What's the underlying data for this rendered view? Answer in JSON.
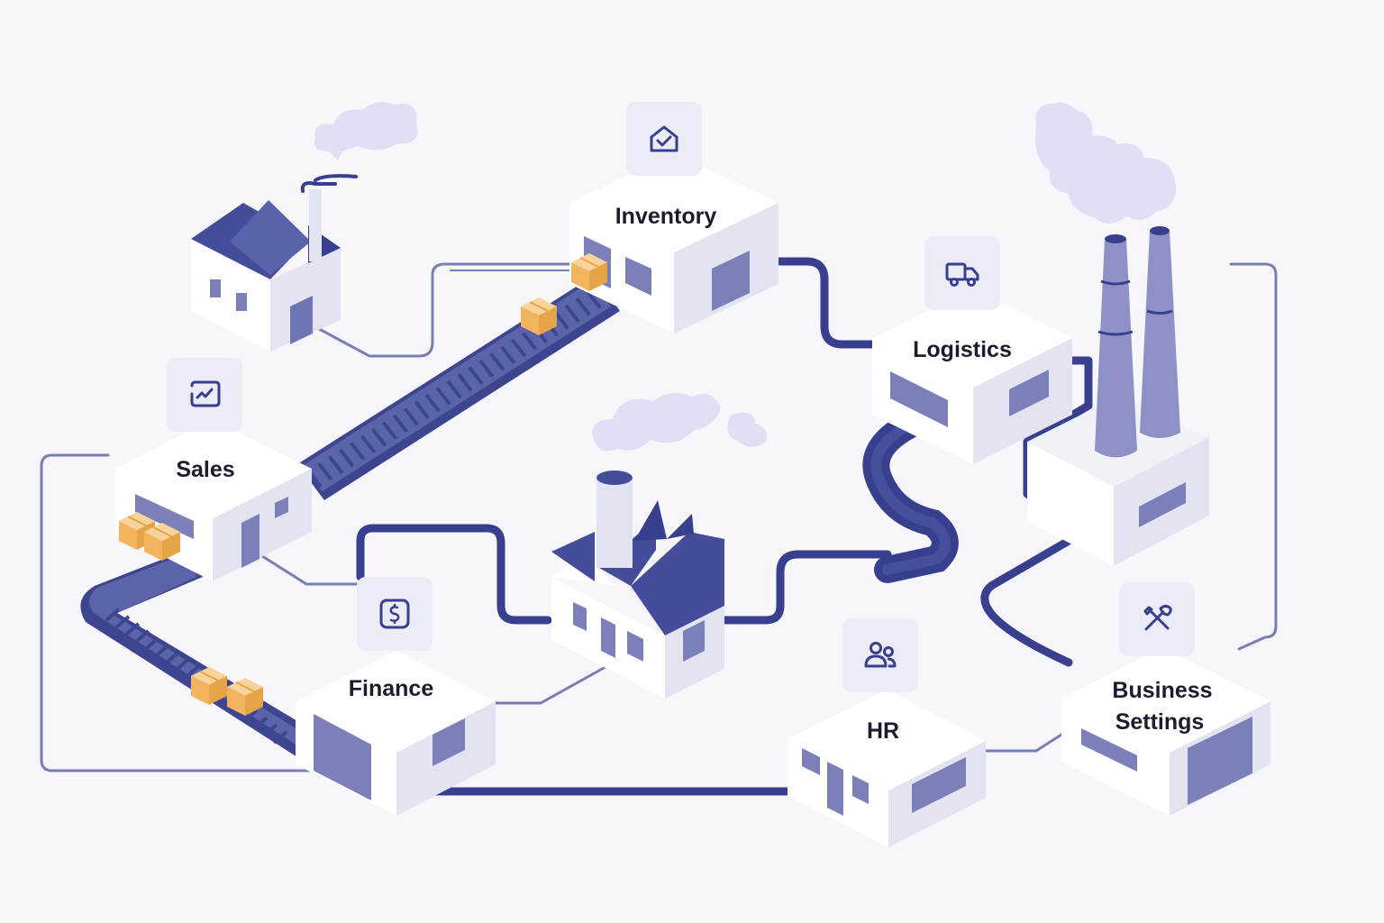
{
  "modules": [
    {
      "id": "inventory",
      "label": "Inventory",
      "icon": "house-check-icon"
    },
    {
      "id": "logistics",
      "label": "Logistics",
      "icon": "truck-icon"
    },
    {
      "id": "sales",
      "label": "Sales",
      "icon": "chart-chat-icon"
    },
    {
      "id": "finance",
      "label": "Finance",
      "icon": "dollar-card-icon"
    },
    {
      "id": "hr",
      "label": "HR",
      "icon": "people-icon"
    },
    {
      "id": "business_settings",
      "label_line1": "Business",
      "label_line2": "Settings",
      "icon": "wrench-screwdriver-icon"
    }
  ],
  "colors": {
    "background": "#f7f7fb",
    "navy": "#373f8e",
    "roof": "#454d9b",
    "wall_light": "#ffffff",
    "wall_side": "#e3e4f1",
    "window": "#7b80b8",
    "stack": "#8d91c6",
    "smoke": "#e1dff5",
    "box": "#f6c57a",
    "line": "#7a7eb3",
    "icon_tile": "#ececf6"
  }
}
